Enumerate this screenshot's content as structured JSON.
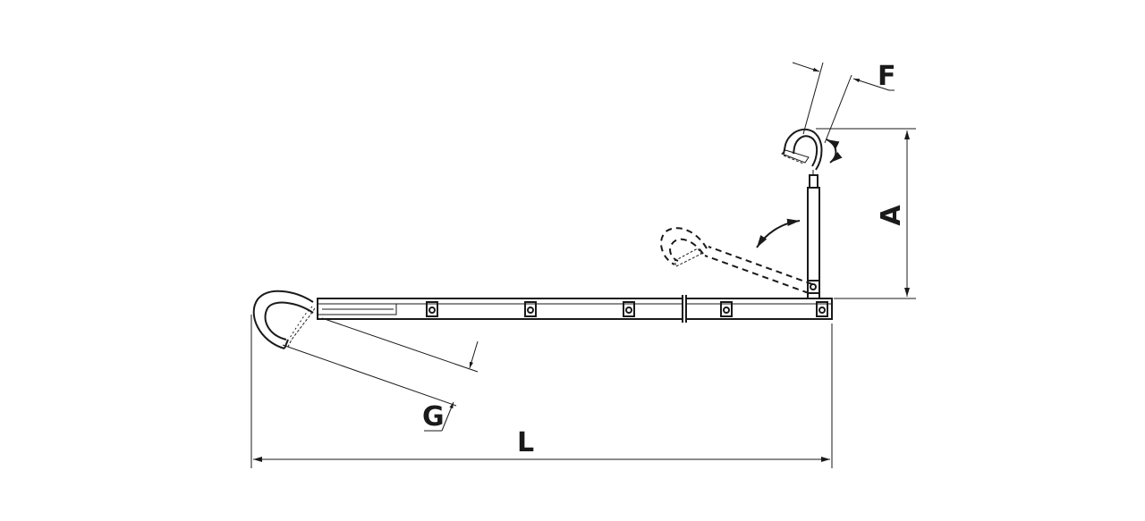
{
  "dimensions": {
    "length_label": "L",
    "height_label": "A",
    "hook_width_label": "F",
    "hook_gap_label": "G"
  },
  "colors": {
    "line": "#1a1a1a",
    "background": "#ffffff"
  }
}
